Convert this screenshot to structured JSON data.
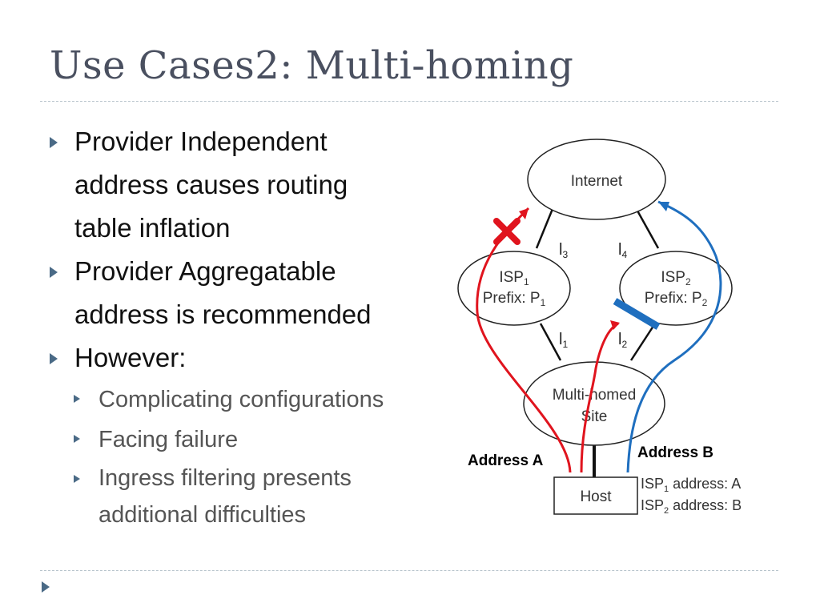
{
  "slide": {
    "title": "Use Cases2: Multi-homing",
    "bullets": [
      {
        "level": 1,
        "lines": [
          "Provider Independent",
          "address causes routing",
          "table inflation"
        ]
      },
      {
        "level": 1,
        "lines": [
          "Provider Aggregatable",
          "address is recommended"
        ]
      },
      {
        "level": 1,
        "lines": [
          "However:"
        ]
      },
      {
        "level": 2,
        "lines": [
          "Complicating configurations"
        ]
      },
      {
        "level": 2,
        "lines": [
          "Facing failure"
        ]
      },
      {
        "level": 2,
        "lines": [
          "Ingress filtering presents",
          "additional difficulties"
        ]
      }
    ]
  },
  "diagram": {
    "internet": "Internet",
    "isp1": {
      "name": "ISP",
      "sub": "1",
      "prefix": "Prefix: P",
      "prefix_sub": "1"
    },
    "isp2": {
      "name": "ISP",
      "sub": "2",
      "prefix": "Prefix: P",
      "prefix_sub": "2"
    },
    "links": {
      "l1": "l",
      "l1_sub": "1",
      "l2": "l",
      "l2_sub": "2",
      "l3": "l",
      "l3_sub": "3",
      "l4": "l",
      "l4_sub": "4"
    },
    "site_line1": "Multi-homed",
    "site_line2": "Site",
    "host": "Host",
    "address_a": "Address A",
    "address_b": "Address B",
    "host_addr1": {
      "pre": "ISP",
      "sub": "1",
      "post": " address: A"
    },
    "host_addr2": {
      "pre": "ISP",
      "sub": "2",
      "post": " address: B"
    },
    "colors": {
      "red": "#e0141e",
      "blue": "#1f6fbf",
      "cross": "#e0141e"
    }
  }
}
